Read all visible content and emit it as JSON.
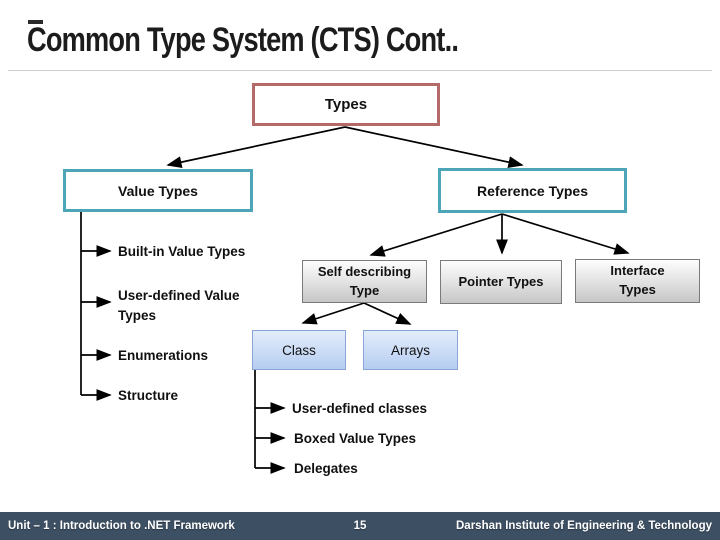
{
  "title": "Common Type System (CTS) Cont..",
  "diagram": {
    "types": "Types",
    "value_types": "Value Types",
    "reference_types": "Reference Types",
    "value_items": [
      "Built-in Value Types",
      "User-defined Value Types",
      "Enumerations",
      "Structure"
    ],
    "self_describing_type": "Self describing Type",
    "pointer_types": "Pointer Types",
    "interface_types": "Interface Types",
    "class": "Class",
    "arrays": "Arrays",
    "reference_items": [
      "User-defined classes",
      "Boxed Value Types",
      "Delegates"
    ]
  },
  "footer": {
    "unit": "Unit – 1 : Introduction to .NET Framework",
    "page": "15",
    "institute": "Darshan Institute of Engineering & Technology"
  },
  "colors": {
    "accent_red": "#b56a6a",
    "accent_teal": "#4da6b7",
    "footer_bg": "#3d4f63",
    "gray_box_border": "#7a7a7a",
    "blue_box_border": "#87a5d7"
  }
}
